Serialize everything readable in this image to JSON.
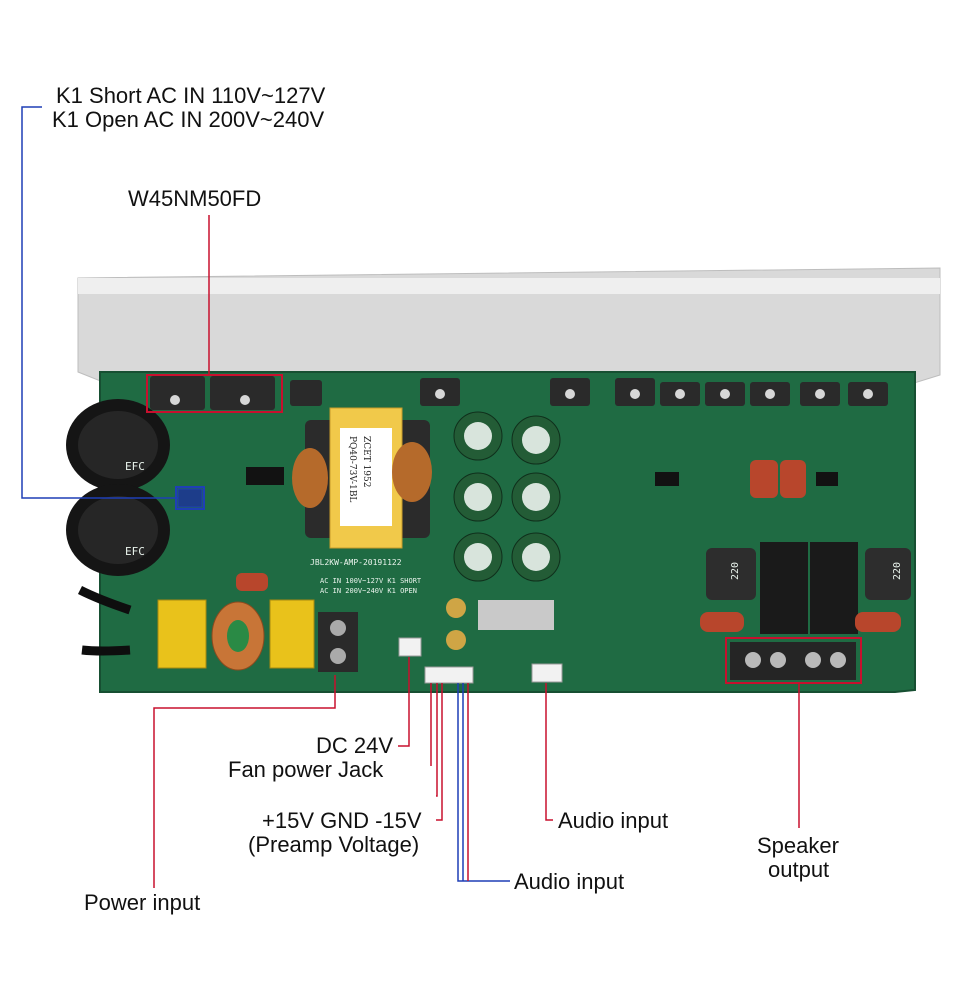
{
  "labels": {
    "k1_short": "K1 Short AC IN 110V~127V",
    "k1_open": "K1 Open AC IN 200V~240V",
    "mosfet": "W45NM50FD",
    "fan_line1": "DC 24V",
    "fan_line2": "Fan power Jack",
    "preamp_line1": "+15V GND -15V",
    "preamp_line2": "(Preamp Voltage)",
    "power_input": "Power input",
    "audio_input_right": "Audio input",
    "audio_input_bottom": "Audio input",
    "speaker_line1": "Speaker",
    "speaker_line2": "output"
  },
  "board": {
    "transformer_line1": "PQ40-73V-1BL",
    "transformer_line2": "ZCET 1952",
    "pcb_name": "JBL2KW-AMP-20191122",
    "ac_text1": "AC IN 100V~127V   K1 SHORT",
    "ac_text2": "AC IN 200V~240V   K1 OPEN",
    "cap_brand": "EFC",
    "relay_value": "220"
  },
  "colors": {
    "pcb": "#1f6b43",
    "heatsink": "#dcdcdc",
    "callout_red": "#c8102e",
    "callout_blue": "#1f3fb5"
  }
}
